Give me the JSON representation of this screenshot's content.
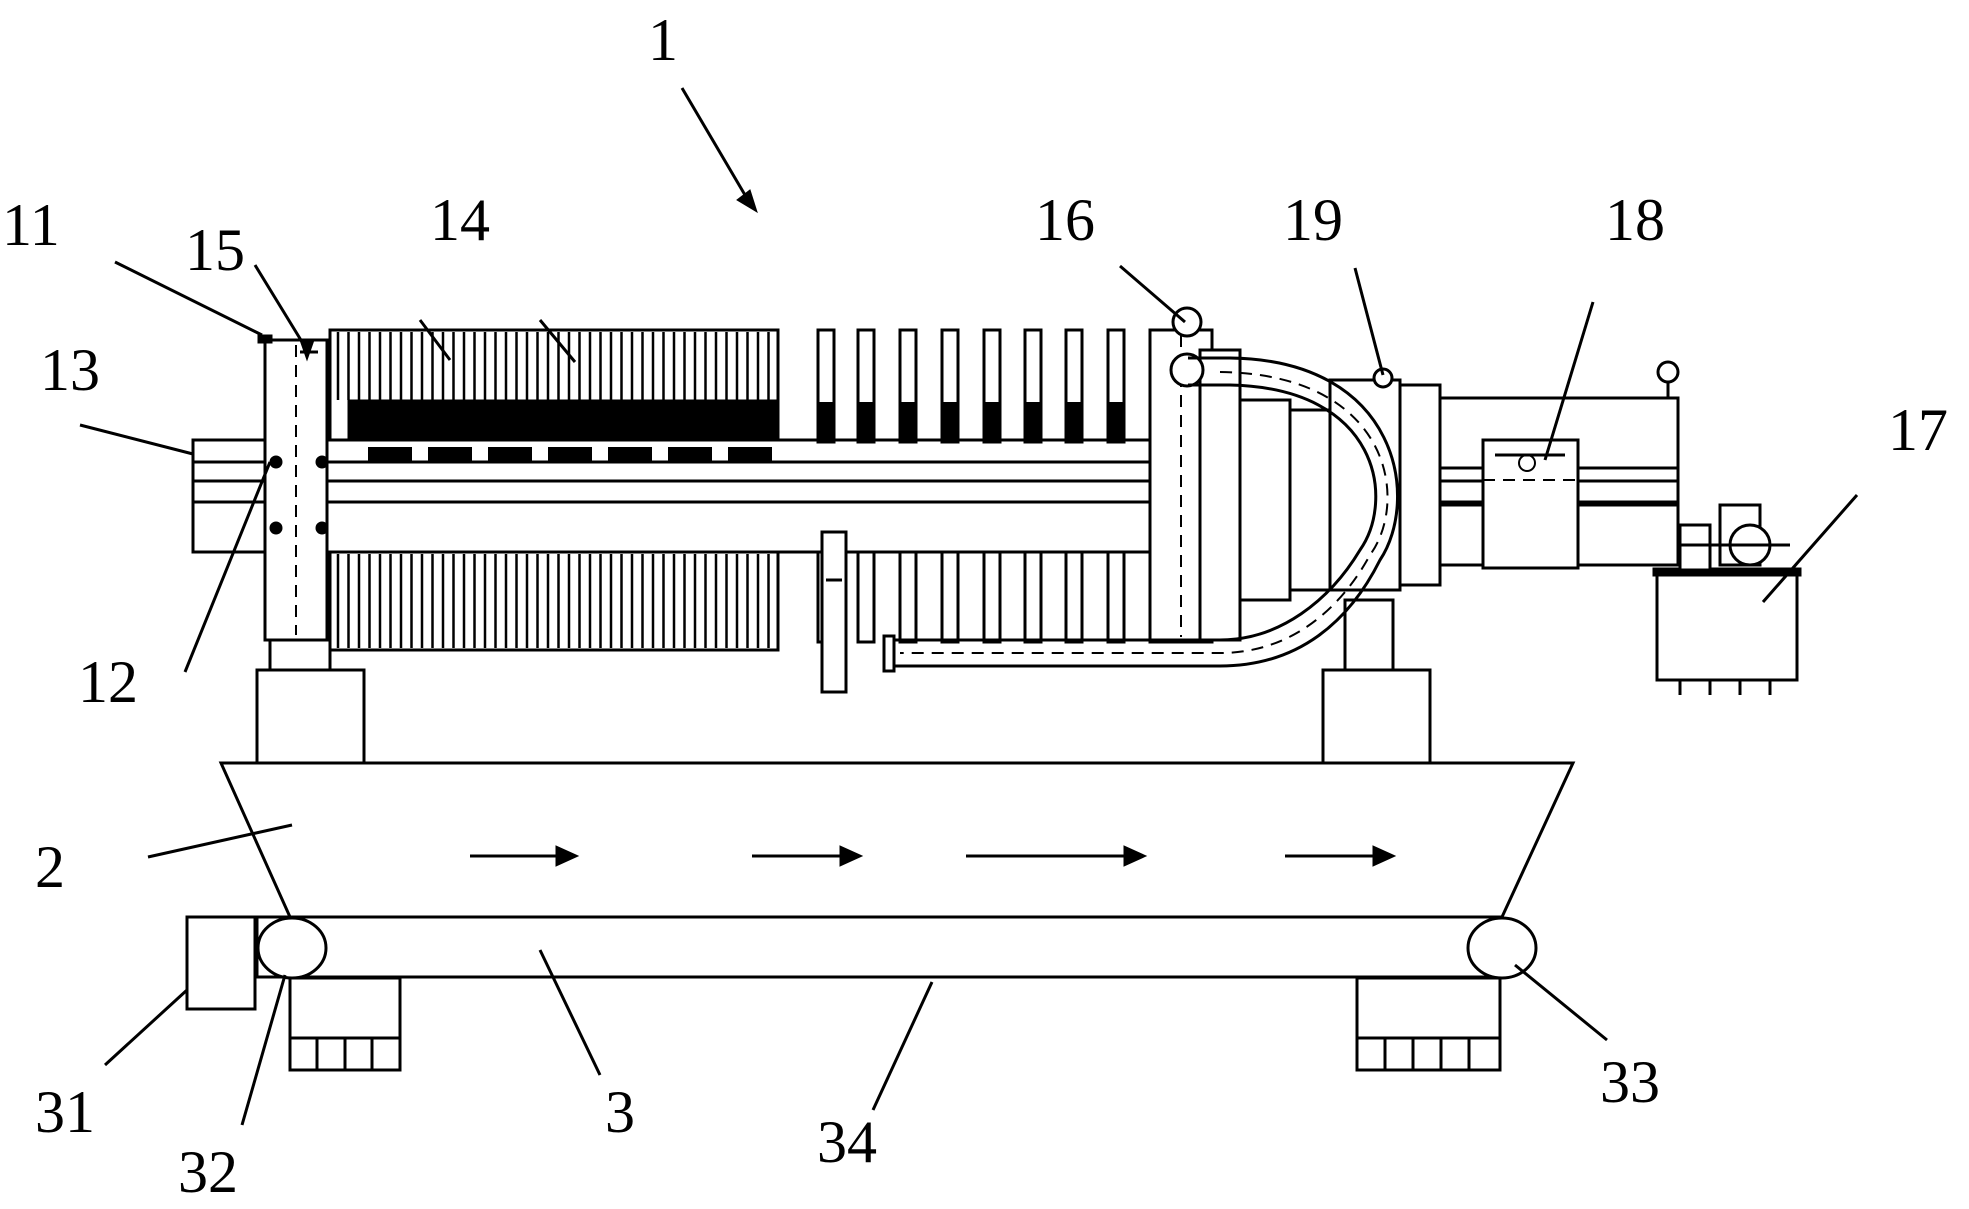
{
  "labels": {
    "l1": "1",
    "l2": "2",
    "l3": "3",
    "l11": "11",
    "l12": "12",
    "l13": "13",
    "l14": "14",
    "l15": "15",
    "l16": "16",
    "l17": "17",
    "l18": "18",
    "l19": "19",
    "l31": "31",
    "l32": "32",
    "l33": "33",
    "l34": "34"
  }
}
